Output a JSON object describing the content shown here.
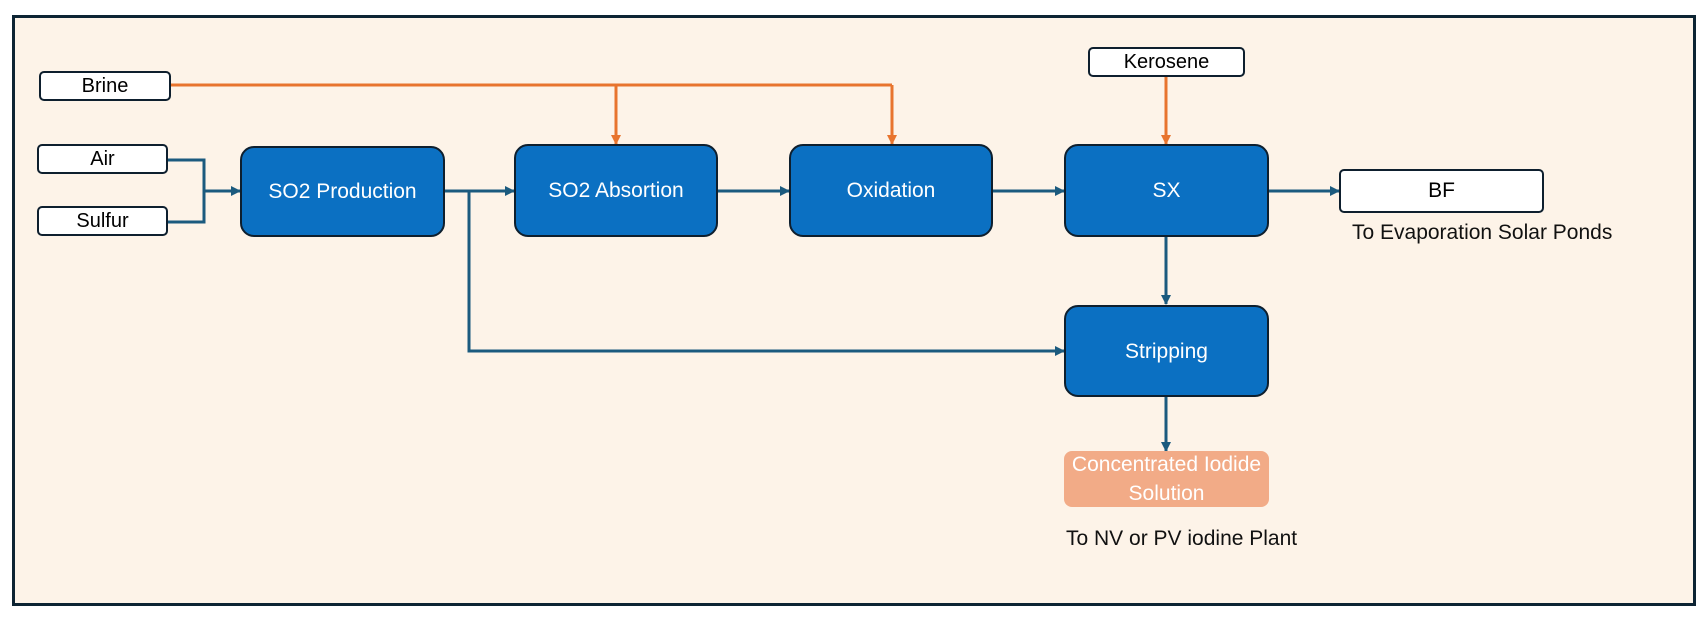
{
  "colors": {
    "background": "#fdf3e8",
    "frame": "#0d2433",
    "process_fill": "#0b70c2",
    "main_flow_line": "#1b5a7e",
    "brine_kerosene_line": "#e8742e",
    "product_fill": "#f2ab87"
  },
  "inputs": {
    "brine": "Brine",
    "air": "Air",
    "sulfur": "Sulfur",
    "kerosene": "Kerosene"
  },
  "processes": {
    "so2_production": "SO2 Production",
    "so2_absorption": "SO2 Absortion",
    "oxidation": "Oxidation",
    "sx": "SX",
    "stripping": "Stripping"
  },
  "outputs": {
    "bf": "BF",
    "bf_destination": "To Evaporation Solar Ponds",
    "concentrated_solution": "Concentrated Iodide Solution",
    "solution_destination": "To NV or PV iodine Plant"
  }
}
